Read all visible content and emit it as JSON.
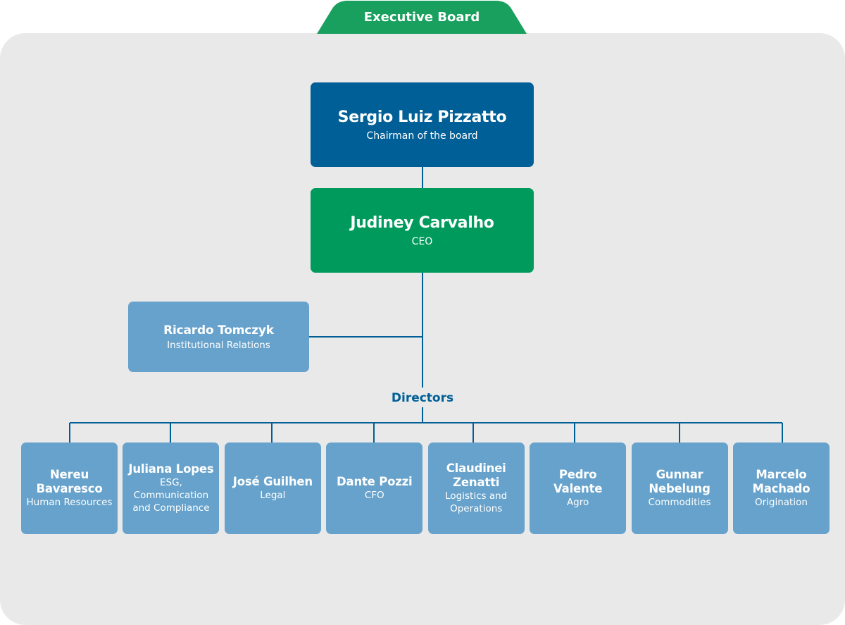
{
  "header": {
    "tab_label": "Executive Board"
  },
  "chairman": {
    "name": "Sergio Luiz Pizzatto",
    "role": "Chairman of the board"
  },
  "ceo": {
    "name": "Judiney Carvalho",
    "role": "CEO"
  },
  "advisor": {
    "name": "Ricardo Tomczyk",
    "role": "Institutional Relations"
  },
  "directors_label": "Directors",
  "directors": [
    {
      "name": "Nereu Bavaresco",
      "role": "Human Resources"
    },
    {
      "name": "Juliana Lopes",
      "role": "ESG, Communication and Compliance"
    },
    {
      "name": "José Guilhen",
      "role": "Legal"
    },
    {
      "name": "Dante Pozzi",
      "role": "CFO"
    },
    {
      "name": "Claudinei Zenatti",
      "role": "Logistics and Operations"
    },
    {
      "name": "Pedro Valente",
      "role": "Agro"
    },
    {
      "name": "Gunnar Nebelung",
      "role": "Commodities"
    },
    {
      "name": "Marcelo Machado",
      "role": "Origination"
    }
  ],
  "colors": {
    "chairman": "#005f96",
    "ceo": "#009b5c",
    "secondary": "#66a2cb",
    "panel": "#e9e9ea",
    "tab": "#1aa05e",
    "connector": "#005f96"
  }
}
